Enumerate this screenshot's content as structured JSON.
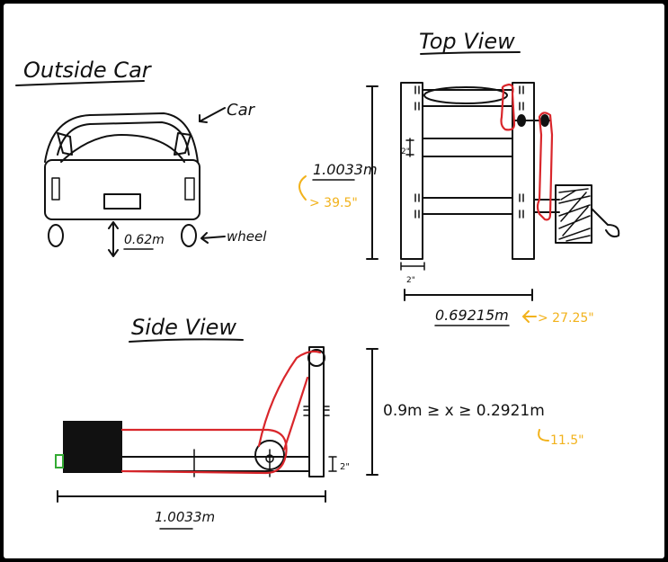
{
  "labels": {
    "outside_car": "Outside Car",
    "car": "Car",
    "ground_clearance": "0.62m",
    "wheel": "wheel",
    "top_view": "Top View",
    "top_height": "1.0033m",
    "top_height_in": "> 39.5\"",
    "post_2in_a": "2\"",
    "post_2in_b": "2\"",
    "top_width": "0.69215m",
    "top_width_in": "> 27.25\"",
    "side_view": "Side View",
    "range": "0.9m ≥ x ≥ 0.2921m",
    "range_in": "11.5\"",
    "side_2in": "2\"",
    "side_length": "1.0033m"
  },
  "colors": {
    "ink": "#111111",
    "rope": "#d9262b",
    "imperial": "#f2b21b"
  }
}
